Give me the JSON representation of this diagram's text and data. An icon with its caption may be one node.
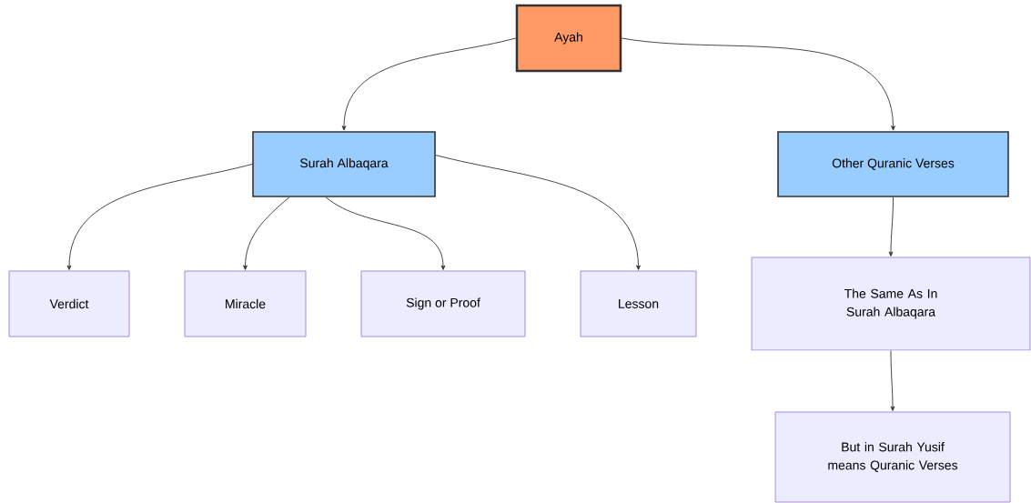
{
  "diagram": {
    "nodes": [
      {
        "text": [
          "Ayah"
        ]
      },
      {
        "text": [
          "Surah Albaqara"
        ]
      },
      {
        "text": [
          "Other Quranic Verses"
        ]
      },
      {
        "text": [
          "Verdict"
        ]
      },
      {
        "text": [
          "Miracle"
        ]
      },
      {
        "text": [
          "Sign or Proof"
        ]
      },
      {
        "text": [
          "Lesson"
        ]
      },
      {
        "text": [
          "The Same As In Surah Albaqara"
        ]
      },
      {
        "text": [
          "But in Surah Yusif means Quranic Verses"
        ]
      }
    ],
    "edges": [
      {
        "from": 0,
        "to": 1,
        "arrow": "to"
      },
      {
        "from": 0,
        "to": 2,
        "arrow": "to"
      },
      {
        "from": 1,
        "to": 3,
        "arrow": "to"
      },
      {
        "from": 1,
        "to": 4,
        "arrow": "to"
      },
      {
        "from": 1,
        "to": 5,
        "arrow": "to"
      },
      {
        "from": 1,
        "to": 6,
        "arrow": "to"
      },
      {
        "from": 2,
        "to": 7,
        "arrow": "to"
      },
      {
        "from": 7,
        "to": 8,
        "arrow": "to"
      }
    ]
  }
}
